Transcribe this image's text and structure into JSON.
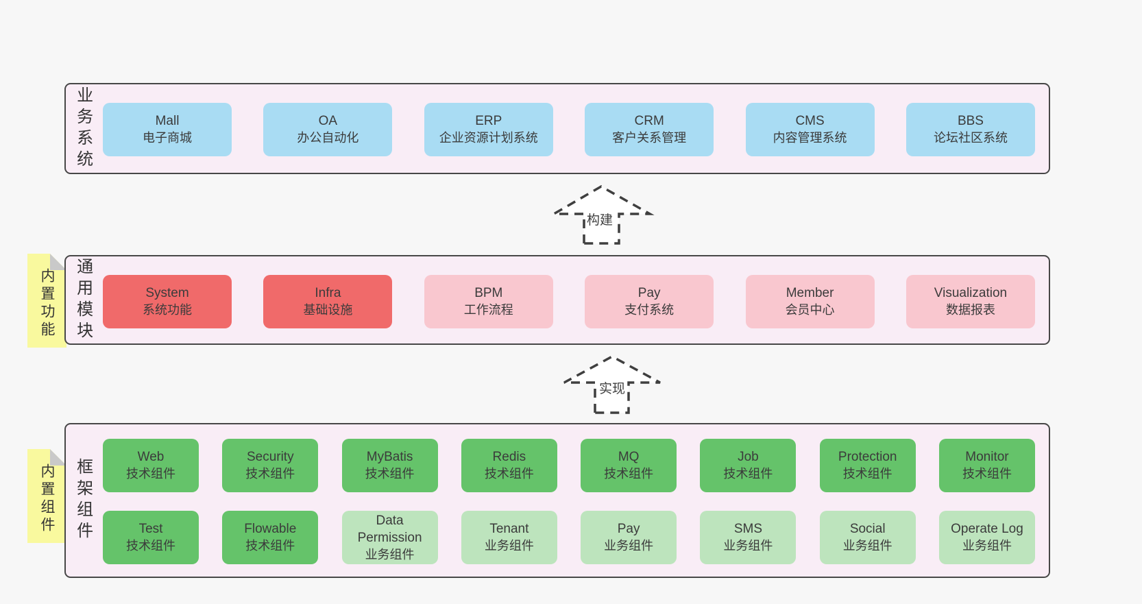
{
  "palette": {
    "page_bg": "#f7f7f7",
    "panel_bg": "#f9edf6",
    "panel_border": "#474747",
    "blue": "#a9dcf3",
    "red": "#f06a6a",
    "pink": "#f9c7cf",
    "green": "#65c36a",
    "light_green": "#bde4bd",
    "sticky_yellow": "#f9f99e",
    "fold_gray": "#c9c9c9",
    "arrow_stroke": "#3f3f3f",
    "text": "#3b3b3b"
  },
  "layers": [
    {
      "label": "业务系统",
      "boxes": [
        {
          "name": "Mall",
          "desc": "电子商城",
          "variant": "blue"
        },
        {
          "name": "OA",
          "desc": "办公自动化",
          "variant": "blue"
        },
        {
          "name": "ERP",
          "desc": "企业资源计划系统",
          "variant": "blue"
        },
        {
          "name": "CRM",
          "desc": "客户关系管理",
          "variant": "blue"
        },
        {
          "name": "CMS",
          "desc": "内容管理系统",
          "variant": "blue"
        },
        {
          "name": "BBS",
          "desc": "论坛社区系统",
          "variant": "blue"
        }
      ]
    },
    {
      "label": "通用模块",
      "sticky": "内置功能",
      "boxes": [
        {
          "name": "System",
          "desc": "系统功能",
          "variant": "red"
        },
        {
          "name": "Infra",
          "desc": "基础设施",
          "variant": "red"
        },
        {
          "name": "BPM",
          "desc": "工作流程",
          "variant": "pink"
        },
        {
          "name": "Pay",
          "desc": "支付系统",
          "variant": "pink"
        },
        {
          "name": "Member",
          "desc": "会员中心",
          "variant": "pink"
        },
        {
          "name": "Visualization",
          "desc": "数据报表",
          "variant": "pink"
        }
      ]
    },
    {
      "label": "框架组件",
      "sticky": "内置组件",
      "rows": [
        [
          {
            "name": "Web",
            "desc": "技术组件",
            "variant": "green"
          },
          {
            "name": "Security",
            "desc": "技术组件",
            "variant": "green"
          },
          {
            "name": "MyBatis",
            "desc": "技术组件",
            "variant": "green"
          },
          {
            "name": "Redis",
            "desc": "技术组件",
            "variant": "green"
          },
          {
            "name": "MQ",
            "desc": "技术组件",
            "variant": "green"
          },
          {
            "name": "Job",
            "desc": "技术组件",
            "variant": "green"
          },
          {
            "name": "Protection",
            "desc": "技术组件",
            "variant": "green"
          },
          {
            "name": "Monitor",
            "desc": "技术组件",
            "variant": "green"
          }
        ],
        [
          {
            "name": "Test",
            "desc": "技术组件",
            "variant": "green"
          },
          {
            "name": "Flowable",
            "desc": "技术组件",
            "variant": "green"
          },
          {
            "name": "Data Permission",
            "desc": "业务组件",
            "variant": "light_green"
          },
          {
            "name": "Tenant",
            "desc": "业务组件",
            "variant": "light_green"
          },
          {
            "name": "Pay",
            "desc": "业务组件",
            "variant": "light_green"
          },
          {
            "name": "SMS",
            "desc": "业务组件",
            "variant": "light_green"
          },
          {
            "name": "Social",
            "desc": "业务组件",
            "variant": "light_green"
          },
          {
            "name": "Operate Log",
            "desc": "业务组件",
            "variant": "light_green"
          }
        ]
      ]
    }
  ],
  "arrows": [
    {
      "label": "构建"
    },
    {
      "label": "实现"
    }
  ]
}
